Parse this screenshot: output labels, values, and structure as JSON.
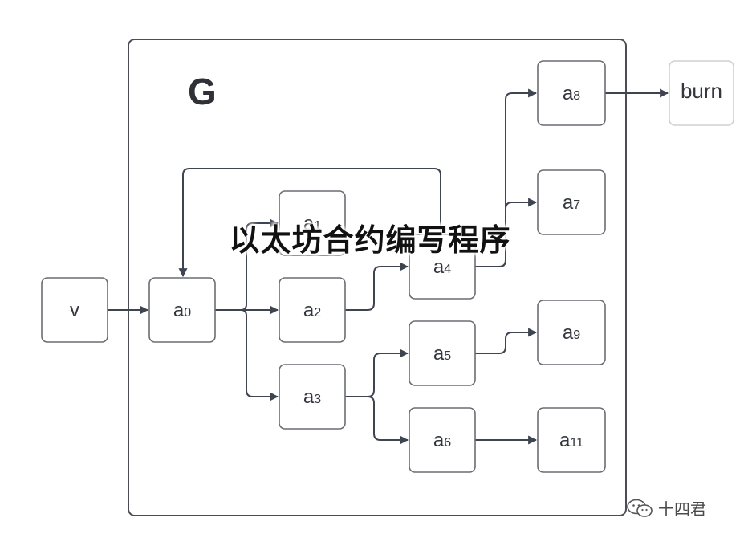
{
  "group": {
    "title": "G"
  },
  "nodes": {
    "v": {
      "label": "v"
    },
    "a0": {
      "base": "a",
      "sub": "0"
    },
    "a1": {
      "base": "a",
      "sub": "1"
    },
    "a2": {
      "base": "a",
      "sub": "2"
    },
    "a3": {
      "base": "a",
      "sub": "3"
    },
    "a4": {
      "base": "a",
      "sub": "4"
    },
    "a5": {
      "base": "a",
      "sub": "5"
    },
    "a6": {
      "base": "a",
      "sub": "6"
    },
    "a7": {
      "base": "a",
      "sub": "7"
    },
    "a8": {
      "base": "a",
      "sub": "8"
    },
    "a9": {
      "base": "a",
      "sub": "9"
    },
    "a11": {
      "base": "a",
      "sub": "11"
    },
    "burn": {
      "label": "burn"
    }
  },
  "edges": [
    [
      "v",
      "a0"
    ],
    [
      "a0",
      "a1"
    ],
    [
      "a0",
      "a2"
    ],
    [
      "a0",
      "a3"
    ],
    [
      "a2",
      "a4"
    ],
    [
      "a4",
      "a0"
    ],
    [
      "a4",
      "a7"
    ],
    [
      "a4",
      "a8"
    ],
    [
      "a8",
      "burn"
    ],
    [
      "a3",
      "a5"
    ],
    [
      "a3",
      "a6"
    ],
    [
      "a5",
      "a9"
    ],
    [
      "a6",
      "a11"
    ]
  ],
  "overlay_text": "以太坊合约编写程序",
  "watermark": {
    "text": "十四君",
    "icon": "wechat-icon"
  }
}
